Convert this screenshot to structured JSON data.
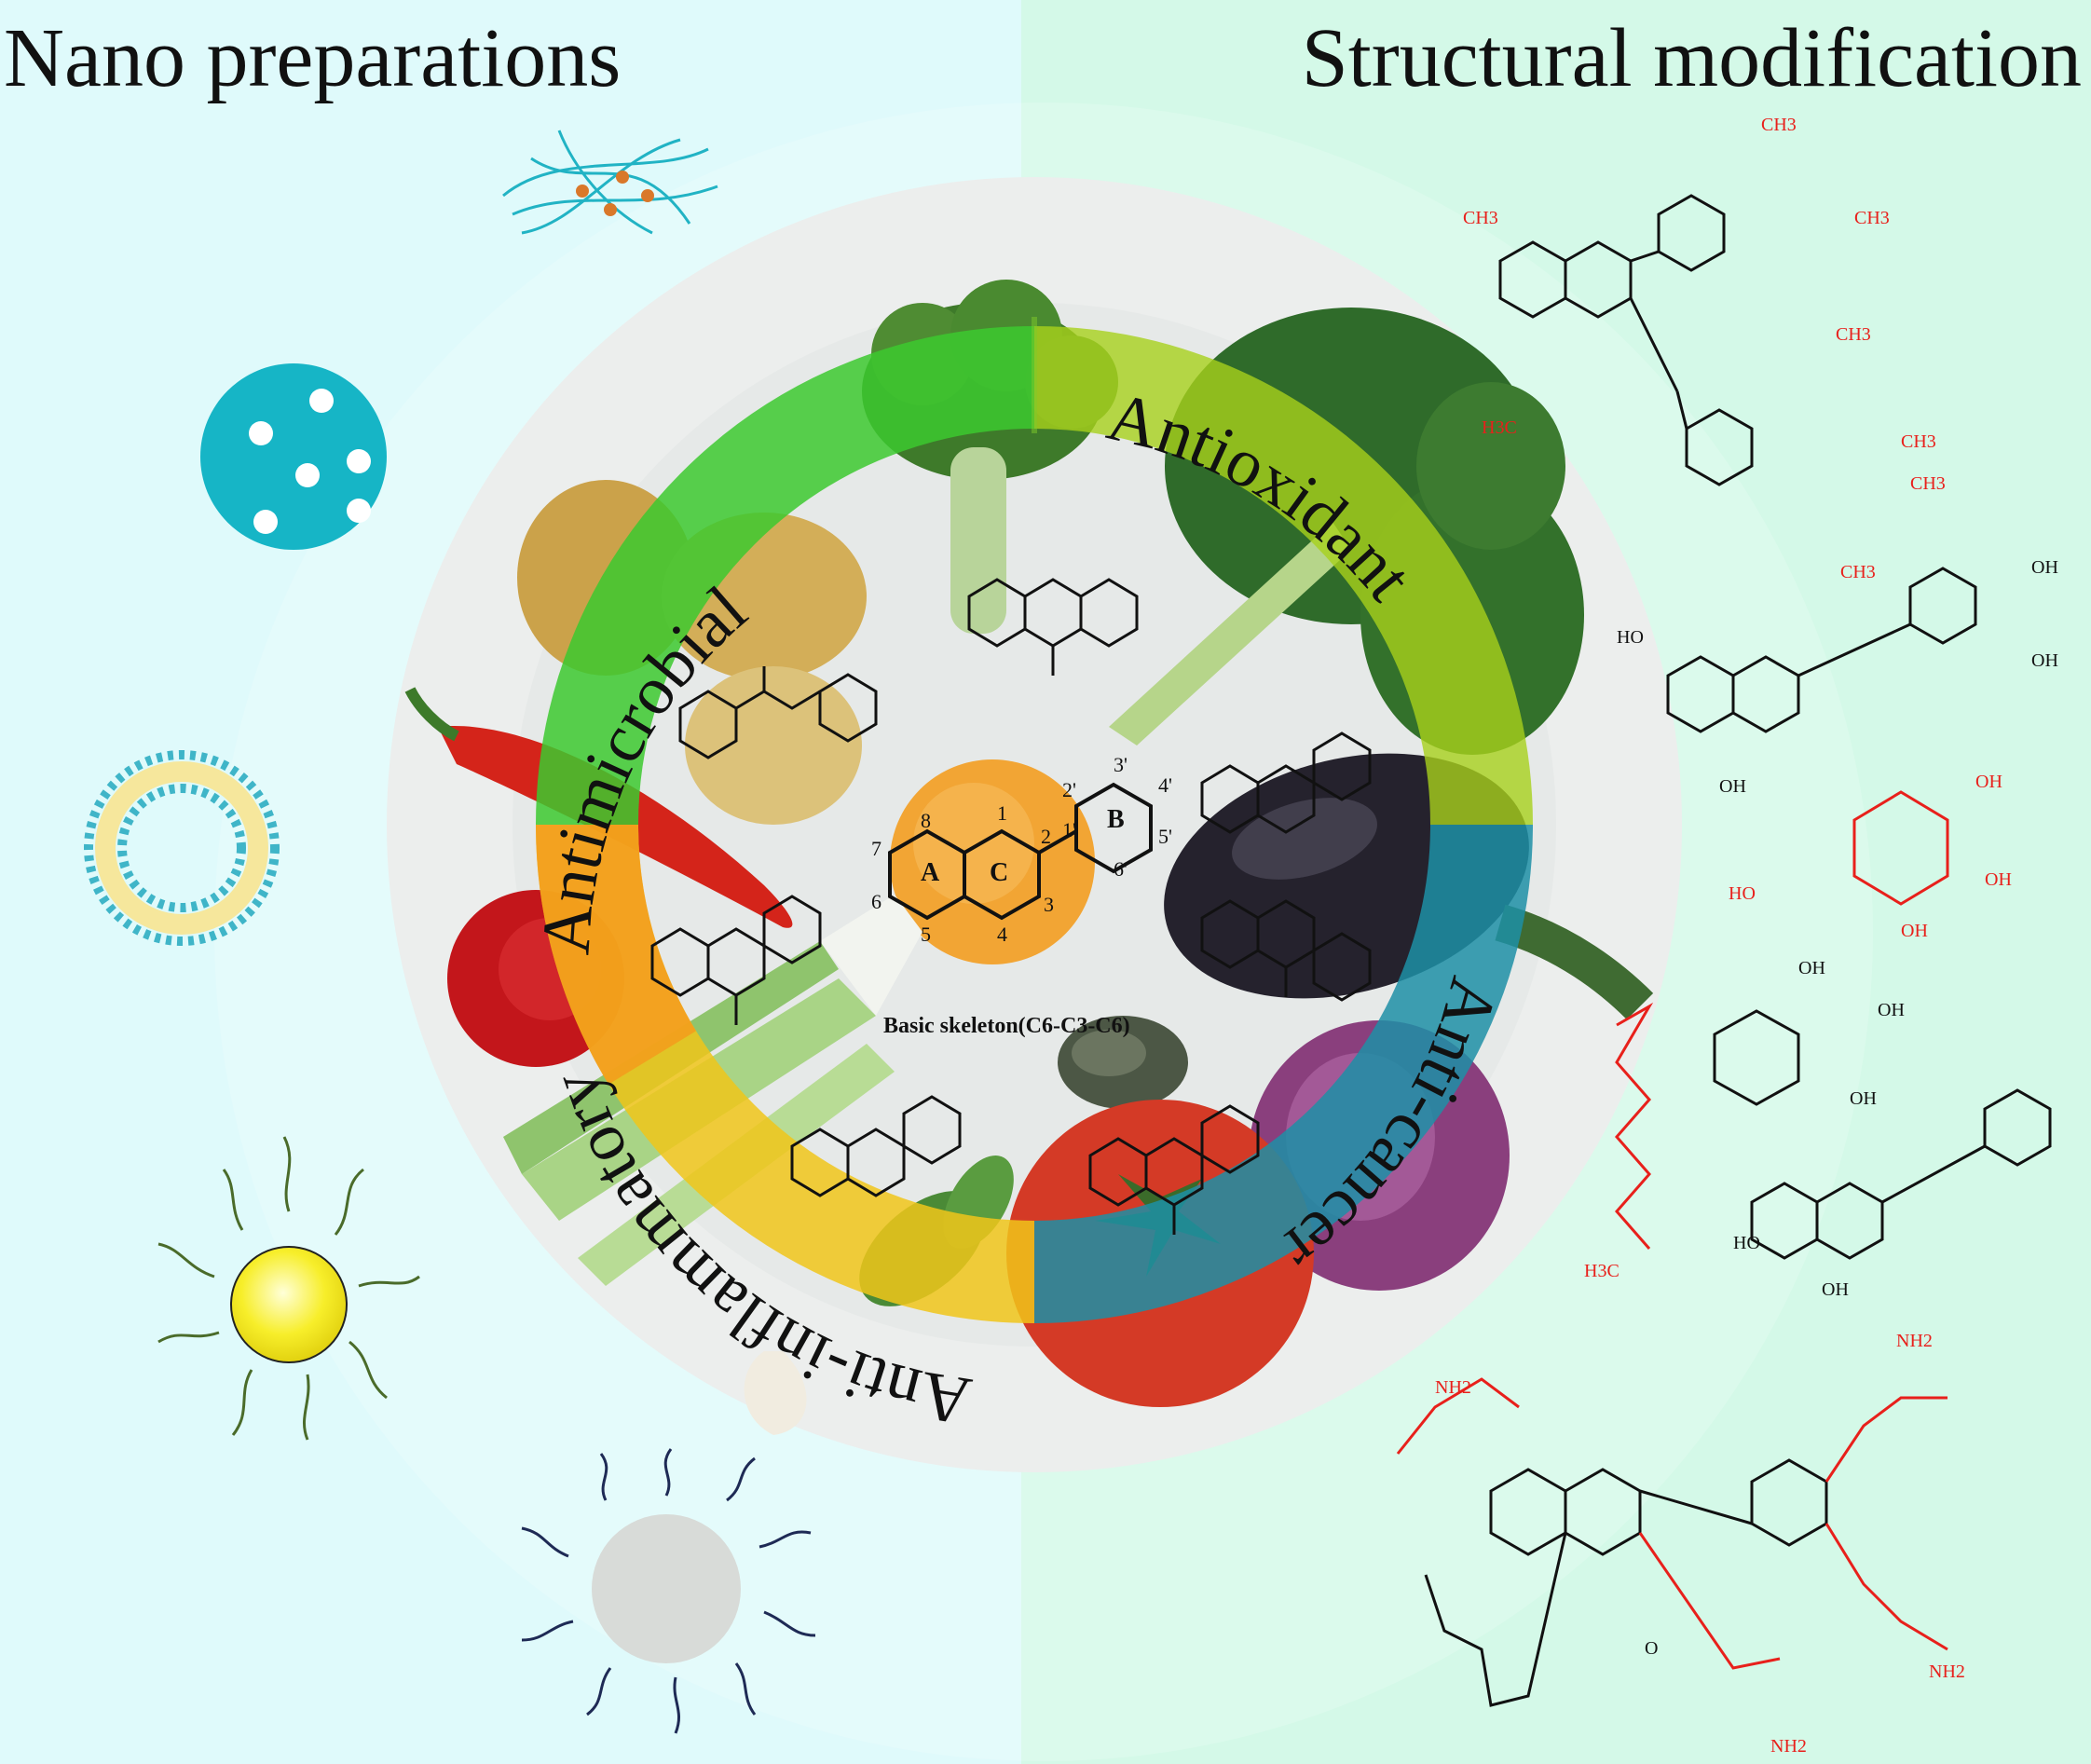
{
  "titles": {
    "left": "Nano preparations",
    "right": "Structural modification"
  },
  "ring_labels": {
    "antimicrobial": "Antimicrobial",
    "antioxidant": "Antioxidant",
    "anti_cancer": "Anti-cancer",
    "anti_inflammatory": "Anti-inflammatory"
  },
  "skeleton": {
    "caption": "Basic skeleton(C6-C3-C6)",
    "ring_a": "A",
    "ring_b": "B",
    "ring_c": "C",
    "positions": {
      "p1": "1",
      "p2": "2",
      "p3": "3",
      "p4": "4",
      "p5": "5",
      "p6": "6",
      "p7": "7",
      "p8": "8",
      "p1p": "1'",
      "p2p": "2'",
      "p3p": "3'",
      "p4p": "4'",
      "p5p": "5'",
      "p6p": "6'"
    }
  },
  "chem_labels": {
    "ch3": "CH3",
    "h3c": "H3C",
    "oh": "OH",
    "ho": "HO",
    "o": "O",
    "nh2": "NH2"
  },
  "colors": {
    "antimicrobial": "#3cc92f",
    "antioxidant": "#a8d11b",
    "anti_cancer": "#1d8fa6",
    "anti_inflammatory": "#f0c51a",
    "anti_inflammatory_orange": "#f39b1c",
    "modification_red": "#e8201b",
    "nano_cyan": "#16b5c6",
    "nano_yellow": "#f5ea1c"
  }
}
